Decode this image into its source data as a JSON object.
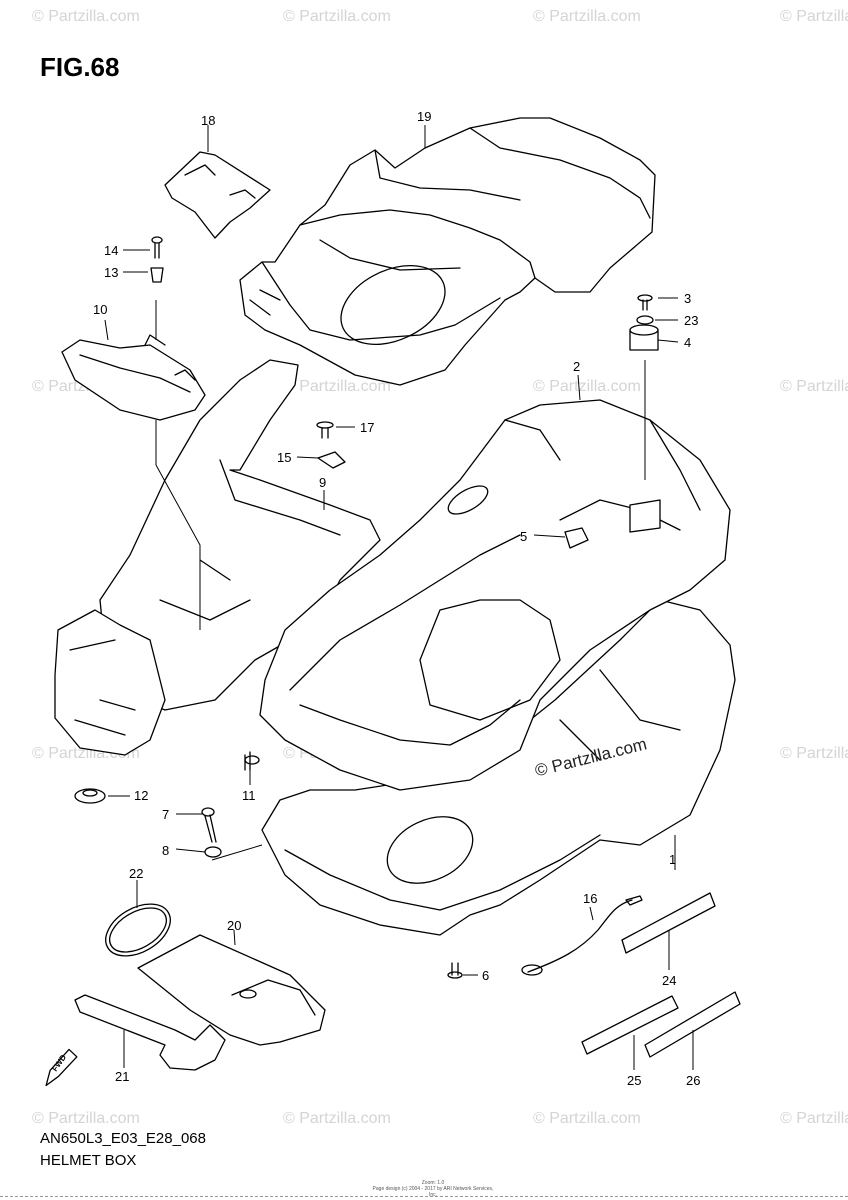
{
  "figure": {
    "title": "FIG.68"
  },
  "footer": {
    "code": "AN650L3_E03_E28_068",
    "name": "HELMET BOX"
  },
  "fine_print": {
    "line1": "Zoom: 1.0",
    "line2": "Page design (c) 2004 - 2017 by ARI Network Services, Inc."
  },
  "watermarks": {
    "label": "© Partzilla.com"
  },
  "callouts": [
    "1",
    "2",
    "3",
    "4",
    "5",
    "6",
    "7",
    "8",
    "9",
    "10",
    "11",
    "12",
    "13",
    "14",
    "15",
    "16",
    "17",
    "18",
    "19",
    "20",
    "21",
    "22",
    "23",
    "24",
    "25",
    "26"
  ],
  "fwd_label": "FWD"
}
